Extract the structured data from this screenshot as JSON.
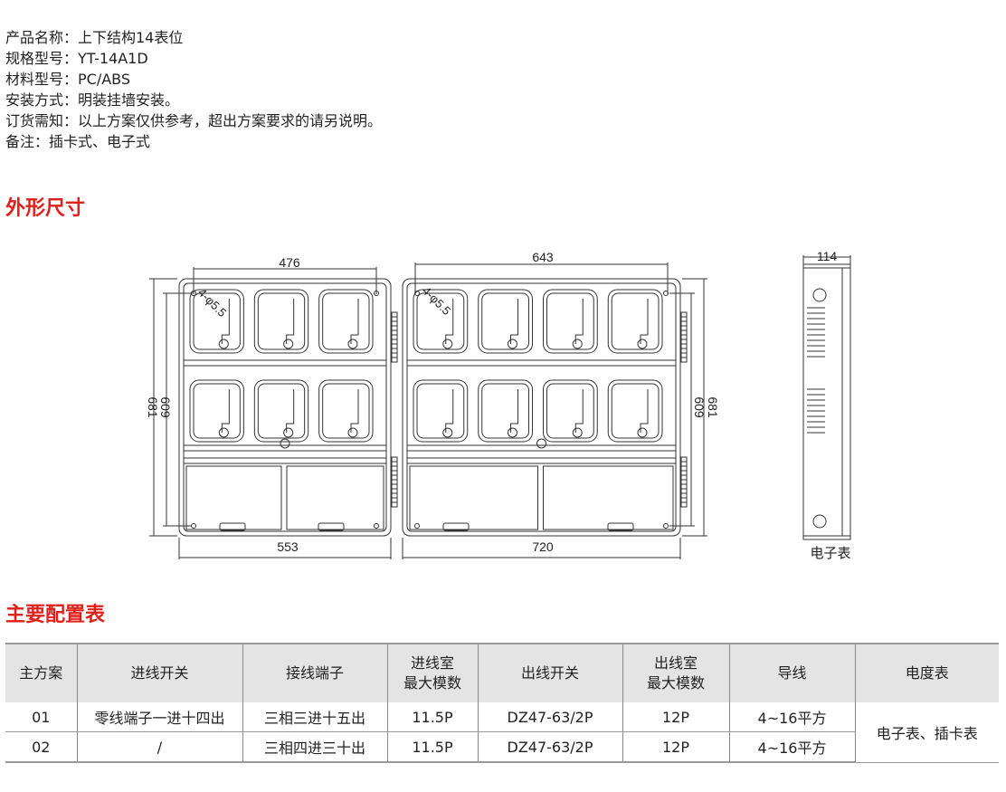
{
  "specs": [
    "产品名称：上下结构14表位",
    "规格型号：YT-14A1D",
    "材料型号：PC/ABS",
    "安装方式：明装挂墙安装。",
    "订货需知：以上方案仅供参考，超出方案要求的请另说明。",
    "备注：插卡式、电子式"
  ],
  "section_dims": "外形尺寸",
  "section_config": "主要配置表",
  "drawing": {
    "left_top": "476",
    "right_top": "643",
    "left_bottom": "553",
    "right_bottom": "720",
    "height_outer": "681",
    "height_inner": "609",
    "side_width": "114",
    "hole_note": "4-φ5.5",
    "side_label": "电子表"
  },
  "table": {
    "headers": [
      "主方案",
      "进线开关",
      "接线端子",
      "进线室\n最大模数",
      "出线开关",
      "出线室\n最大模数",
      "导线",
      "电度表"
    ],
    "rows": [
      [
        "01",
        "零线端子一进十四出",
        "三相三进十五出",
        "11.5P",
        "DZ47-63/2P",
        "12P",
        "4~16平方"
      ],
      [
        "02",
        "/",
        "三相四进三十出",
        "11.5P",
        "DZ47-63/2P",
        "12P",
        "4~16平方"
      ]
    ],
    "meter_type": "电子表、插卡表"
  },
  "colors": {
    "accent": "#e0201b",
    "header_bg": "#e4e4e4"
  }
}
